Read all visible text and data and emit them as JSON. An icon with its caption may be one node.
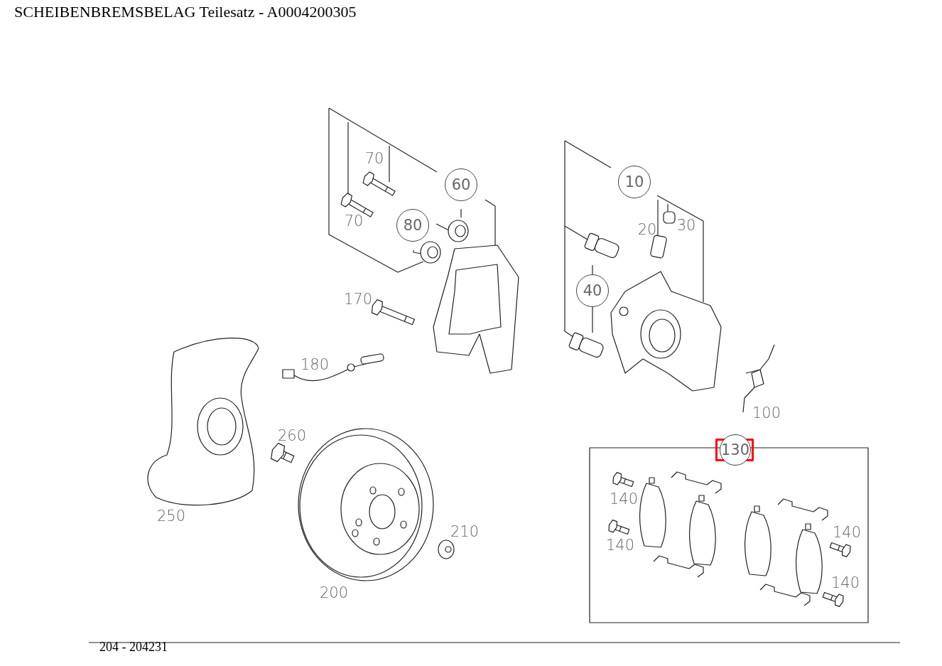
{
  "diagram": {
    "title": "SCHEIBENBREMSBELAG Teilesatz - A0004200305",
    "nodes": [
      {
        "text": [
          "10"
        ]
      },
      {
        "text": [
          "60"
        ]
      },
      {
        "text": [
          "80"
        ]
      },
      {
        "text": [
          "40"
        ]
      },
      {
        "text": [
          "130"
        ]
      }
    ],
    "labels": [
      "70",
      "30",
      "70",
      "20",
      "170",
      "180",
      "100",
      "260",
      "140",
      "250",
      "210",
      "140",
      "140",
      "140",
      "200",
      "204 - 204231"
    ]
  }
}
